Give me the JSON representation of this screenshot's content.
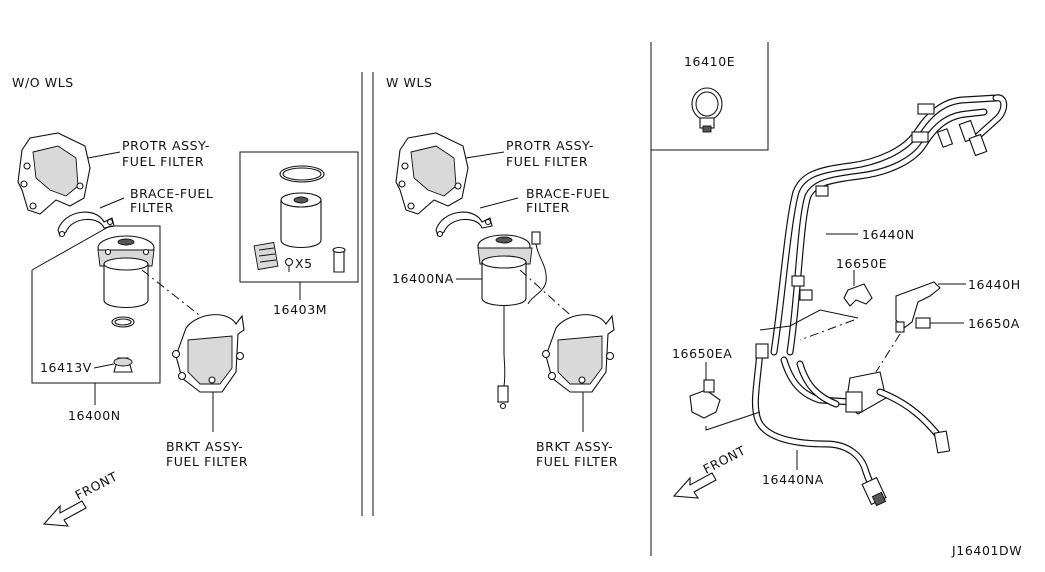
{
  "diagram_id": "J16401DW",
  "sections": {
    "without_wls": {
      "heading": "W/O WLS",
      "labels": {
        "protector": [
          "PROTR ASSY-",
          "FUEL FILTER"
        ],
        "brace": [
          "BRACE-FUEL",
          "FILTER"
        ],
        "filter_kit": "16403M",
        "qty": "X5",
        "plug": "16413V",
        "assembly": "16400N",
        "bracket": [
          "BRKT ASSY-",
          "FUEL FILTER"
        ]
      },
      "front": "FRONT"
    },
    "with_wls": {
      "heading": "W WLS",
      "labels": {
        "protector": [
          "PROTR ASSY-",
          "FUEL FILTER"
        ],
        "brace": [
          "BRACE-FUEL",
          "FILTER"
        ],
        "assembly": "16400NA",
        "bracket": [
          "BRKT ASSY-",
          "FUEL FILTER"
        ]
      }
    },
    "hoses": {
      "clamp_box": "16410E",
      "labels": {
        "hose_n": "16440N",
        "clip_e": "16650E",
        "hose_h": "16440H",
        "clip_a": "16650A",
        "clip_ea": "16650EA",
        "hose_na": "16440NA"
      },
      "front": "FRONT"
    }
  }
}
